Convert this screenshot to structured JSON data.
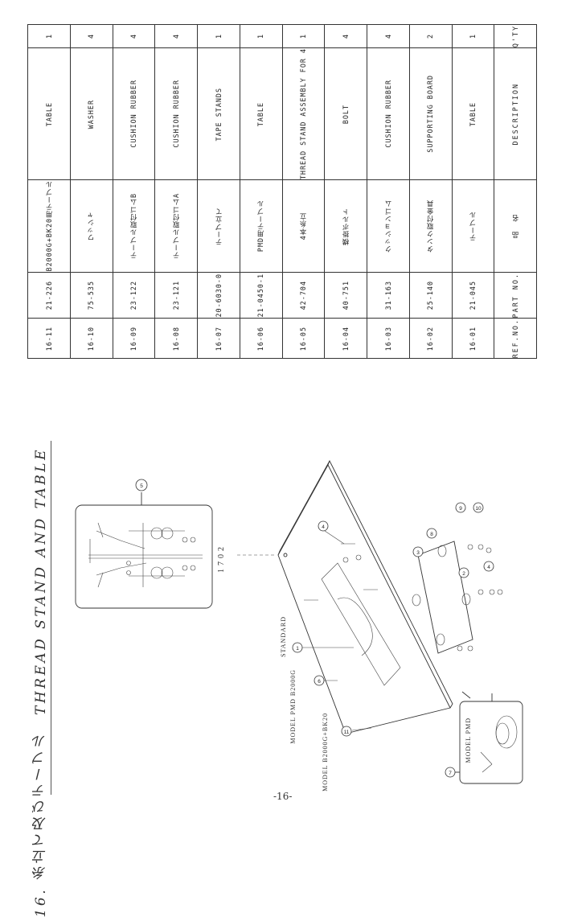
{
  "parts_table": {
    "headers": {
      "ref": "REF.NO.",
      "part": "PART NO.",
      "name": "品　名",
      "desc": "DESCRIPTION",
      "qty": "Q'TY"
    },
    "rows": [
      {
        "ref": "16-01",
        "part": "21-045",
        "name": "テーブル",
        "desc": "TABLE",
        "qty": "1"
      },
      {
        "ref": "16-02",
        "part": "25-140",
        "name": "タンク取付金具",
        "desc": "SUPPORTING BOARD",
        "qty": "2"
      },
      {
        "ref": "16-03",
        "part": "31-163",
        "name": "クッションゴム",
        "desc": "CUSHION RUBBER",
        "qty": "4"
      },
      {
        "ref": "16-04",
        "part": "40-751",
        "name": "横掛ボルト",
        "desc": "BOLT",
        "qty": "4"
      },
      {
        "ref": "16-05",
        "part": "42-704",
        "name": "4本糸立",
        "desc": "THREAD STAND ASSEMBLY FOR 4",
        "qty": "1"
      },
      {
        "ref": "16-06",
        "part": "21-0450-1",
        "name": "PMD用テーブル",
        "desc": "TABLE",
        "qty": "1"
      },
      {
        "ref": "16-07",
        "part": "20-6030-0",
        "name": "テープ立て",
        "desc": "TAPE STANDS",
        "qty": "1"
      },
      {
        "ref": "16-08",
        "part": "23-121",
        "name": "テーブル取付ゴムA",
        "desc": "CUSHION RUBBER",
        "qty": "4"
      },
      {
        "ref": "16-09",
        "part": "23-122",
        "name": "テーブル取付ゴムB",
        "desc": "CUSHION RUBBER",
        "qty": "4"
      },
      {
        "ref": "16-10",
        "part": "75-535",
        "name": "ワッシャ",
        "desc": "WASHER",
        "qty": "4"
      },
      {
        "ref": "16-11",
        "part": "21-226",
        "name": "B2000G+BK20用テーブル",
        "desc": "TABLE",
        "qty": "1"
      }
    ]
  },
  "title": "16. 糸立て及びテーブル　THREAD STAND AND TABLE",
  "page_number": "-16-",
  "labels": {
    "callout_code": "1702",
    "standard": "STANDARD",
    "model_pmd": "MODEL PMD B2000G",
    "model_bk": "MODEL B2000G+BK20",
    "model_pmd_inset": "MODEL PMD"
  },
  "callouts": [
    "1",
    "2",
    "3",
    "4",
    "5",
    "6",
    "7",
    "8",
    "9",
    "10",
    "11"
  ]
}
